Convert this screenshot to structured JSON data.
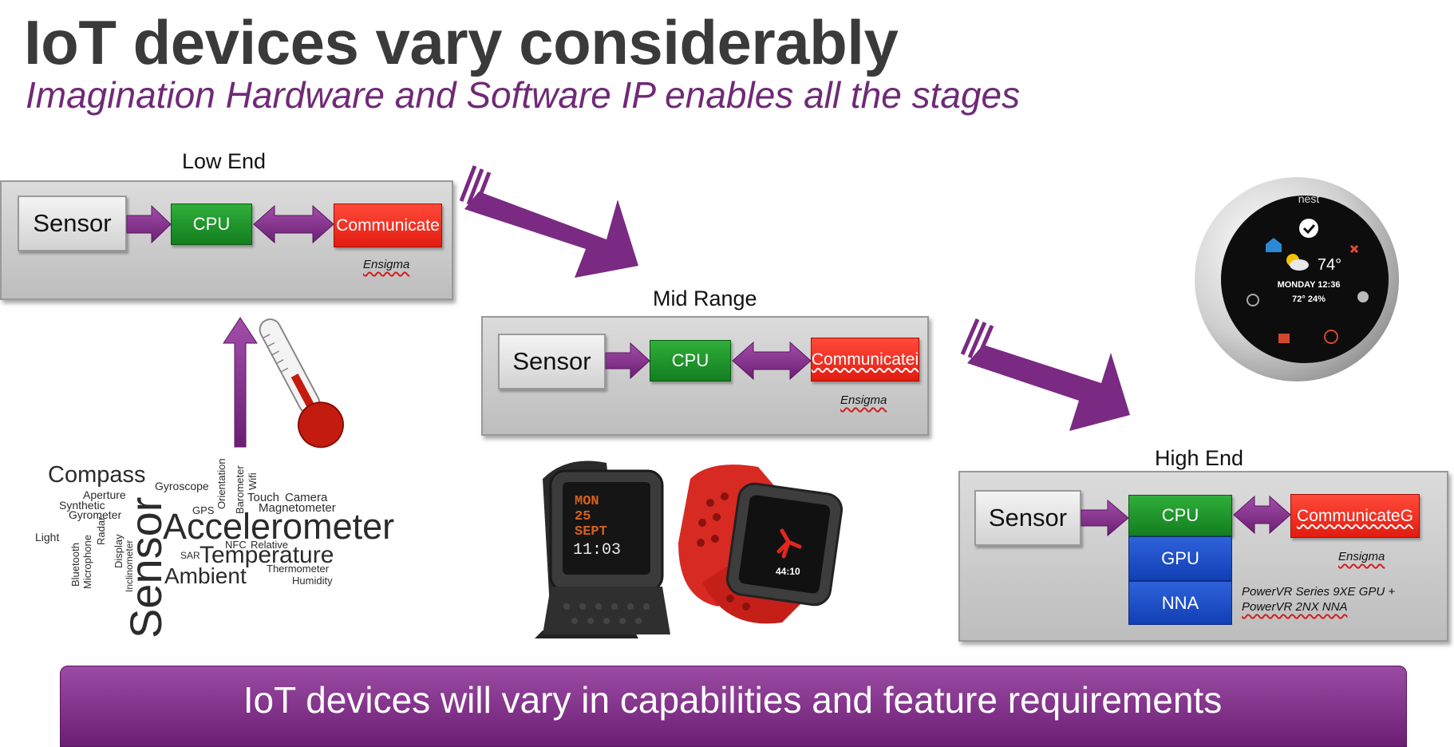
{
  "slide": {
    "title": "IoT devices vary considerably",
    "subtitle": "Imagination Hardware and Software IP enables all the stages"
  },
  "tiers": {
    "low": {
      "label": "Low End",
      "sensor": "Sensor",
      "cpu": "CPU",
      "communicate": "Communicate",
      "ensigma": "Ensigma"
    },
    "mid": {
      "label": "Mid Range",
      "sensor": "Sensor",
      "cpu": "CPU",
      "communicate": "Communicatei",
      "ensigma": "Ensigma"
    },
    "high": {
      "label": "High End",
      "sensor": "Sensor",
      "cpu": "CPU",
      "gpu": "GPU",
      "nna": "NNA",
      "communicate": "CommunicateG",
      "ensigma": "Ensigma",
      "note_line1": "PowerVR Series 9XE GPU +",
      "note_line2": "PowerVR 2NX NNA"
    }
  },
  "word_cloud": {
    "compass": "Compass",
    "gyroscope": "Gyroscope",
    "aperture": "Aperture",
    "synthetic": "Synthetic",
    "gyrometer": "Gyrometer",
    "gps": "GPS",
    "touch": "Touch",
    "camera": "Camera",
    "magnetometer": "Magnetometer",
    "accelerometer": "Accelerometer",
    "light": "Light",
    "nfc": "NFC",
    "relative": "Relative",
    "sar": "SAR",
    "temperature": "Temperature",
    "ambient": "Ambient",
    "thermometer": "Thermometer",
    "humidity": "Humidity",
    "sensor": "Sensor",
    "bluetooth": "Bluetooth",
    "microphone": "Microphone",
    "radar": "Radar",
    "display": "Display",
    "inclinometer": "Inclinometer",
    "orientation": "Orientation",
    "barometer": "Barometer",
    "wifi": "Wifi"
  },
  "watch1_screen": {
    "line1": "MON",
    "line2": "25",
    "line3": "SEPT",
    "line4": "11:03"
  },
  "watch2_screen": {
    "time": "44:10"
  },
  "thermostat": {
    "brand": "nest",
    "temp": "74°",
    "day": "MONDAY 12:36",
    "stats": "72°  24%"
  },
  "banner": {
    "text": "IoT devices will vary in capabilities and feature requirements"
  },
  "colors": {
    "accent_purple": "#7a2a82",
    "cpu_green": "#1f8f2b",
    "gpu_blue": "#1a4fc8",
    "communicate_red": "#f0271a"
  }
}
